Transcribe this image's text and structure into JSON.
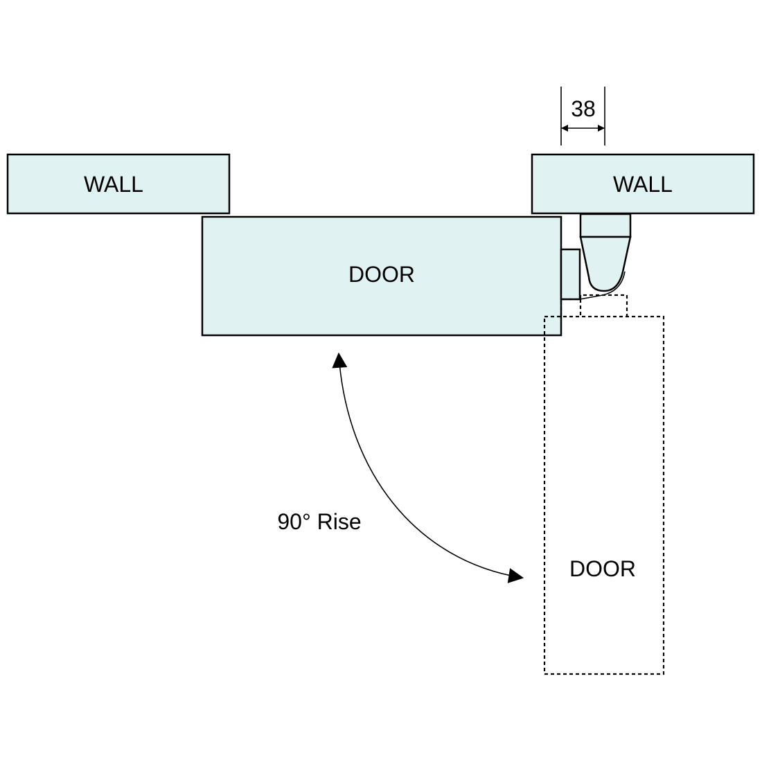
{
  "colors": {
    "fill": "#e0f2f1",
    "stroke": "#000000",
    "background": "#ffffff"
  },
  "labels": {
    "left_wall": "WALL",
    "right_wall": "WALL",
    "door_closed": "DOOR",
    "door_open": "DOOR",
    "rise": "90° Rise",
    "dimension": "38"
  }
}
